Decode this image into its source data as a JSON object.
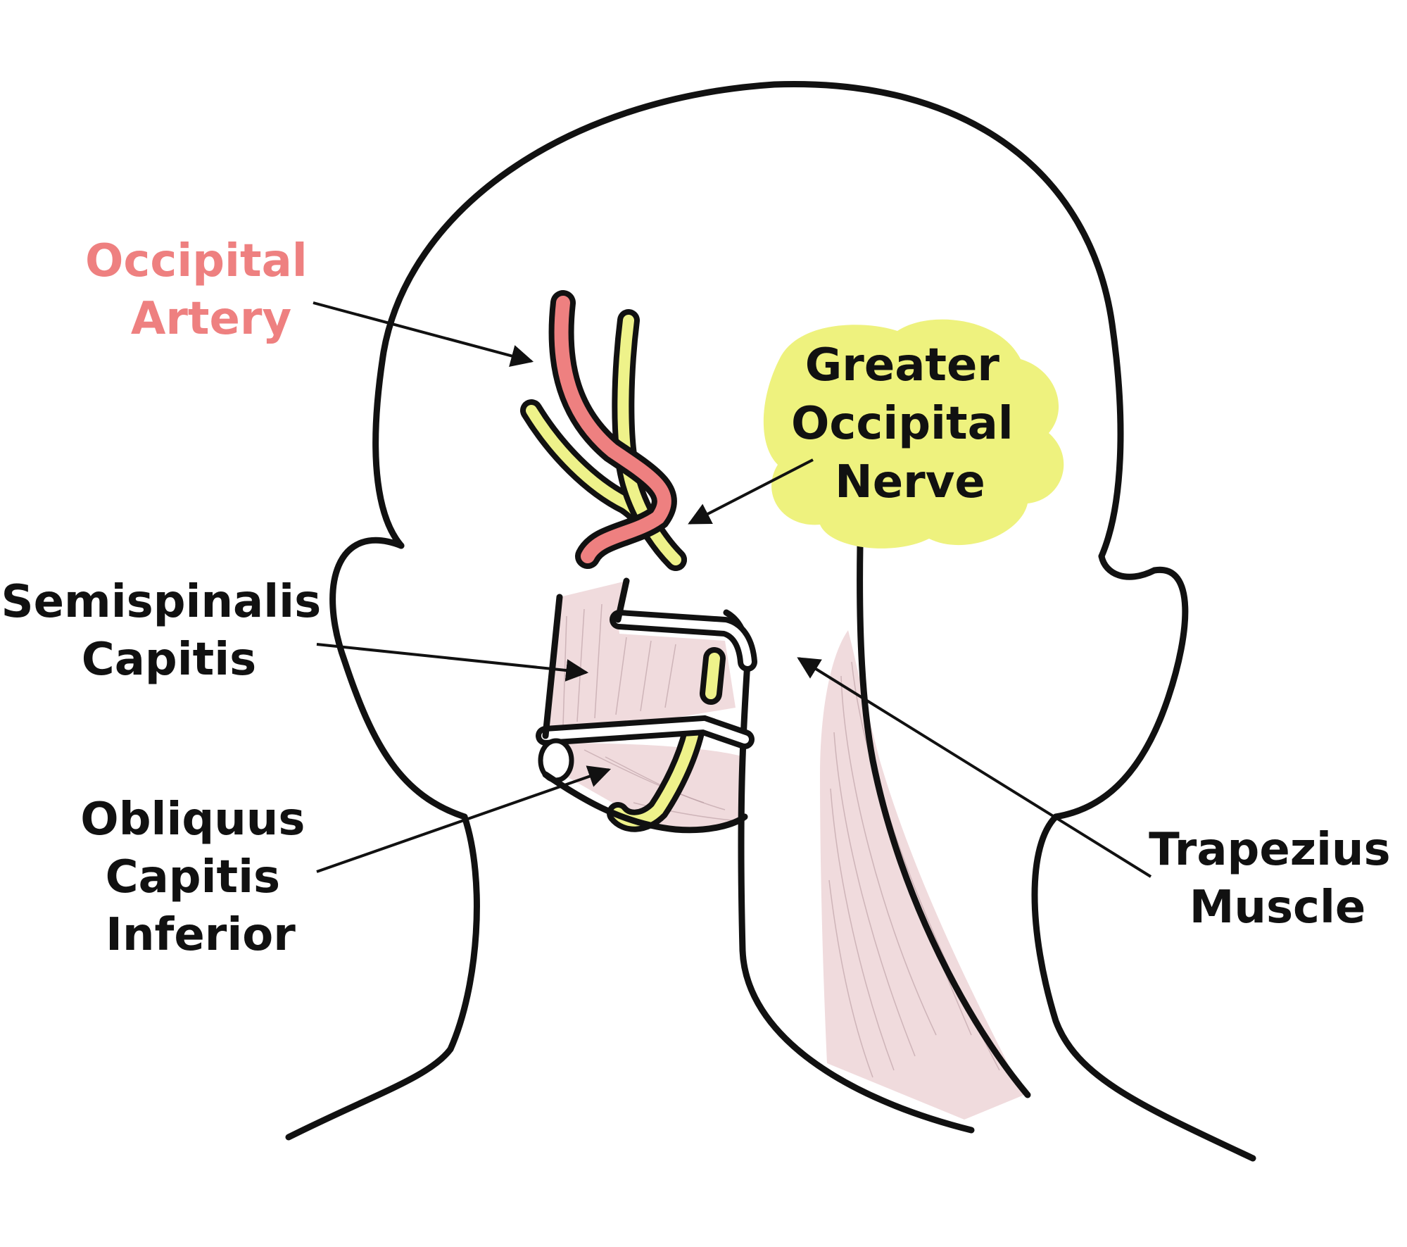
{
  "colors": {
    "outline": "#111111",
    "artery": "#ee8080",
    "nerve": "#eef28a",
    "nerve_highlight": "#eef27e",
    "muscle": "#f0dbdd",
    "label_text": "#111111",
    "artery_label_text": "#ee8080"
  },
  "labels": {
    "occipital_artery": [
      "Occipital",
      "Artery"
    ],
    "greater_occipital_nerve": [
      "Greater",
      "Occipital",
      "Nerve"
    ],
    "semispinalis_capitis": [
      "Semispinalis",
      "Capitis"
    ],
    "obliquus_capitis_inferior": [
      "Obliquus",
      "Capitis",
      "Inferior"
    ],
    "trapezius_muscle": [
      "Trapezius",
      "Muscle"
    ]
  }
}
